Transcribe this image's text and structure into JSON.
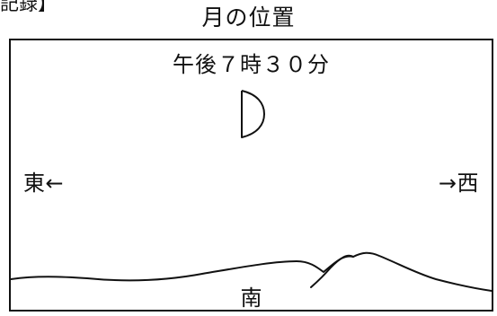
{
  "header": {
    "fragment_text": "記録】",
    "title": "月の位置"
  },
  "panel": {
    "time_label": "午後７時３０分",
    "east_label": "東←",
    "west_label": "→西",
    "south_label": "南"
  },
  "icons": {
    "moon": "half-moon-icon",
    "ground": "mountain-outline"
  }
}
